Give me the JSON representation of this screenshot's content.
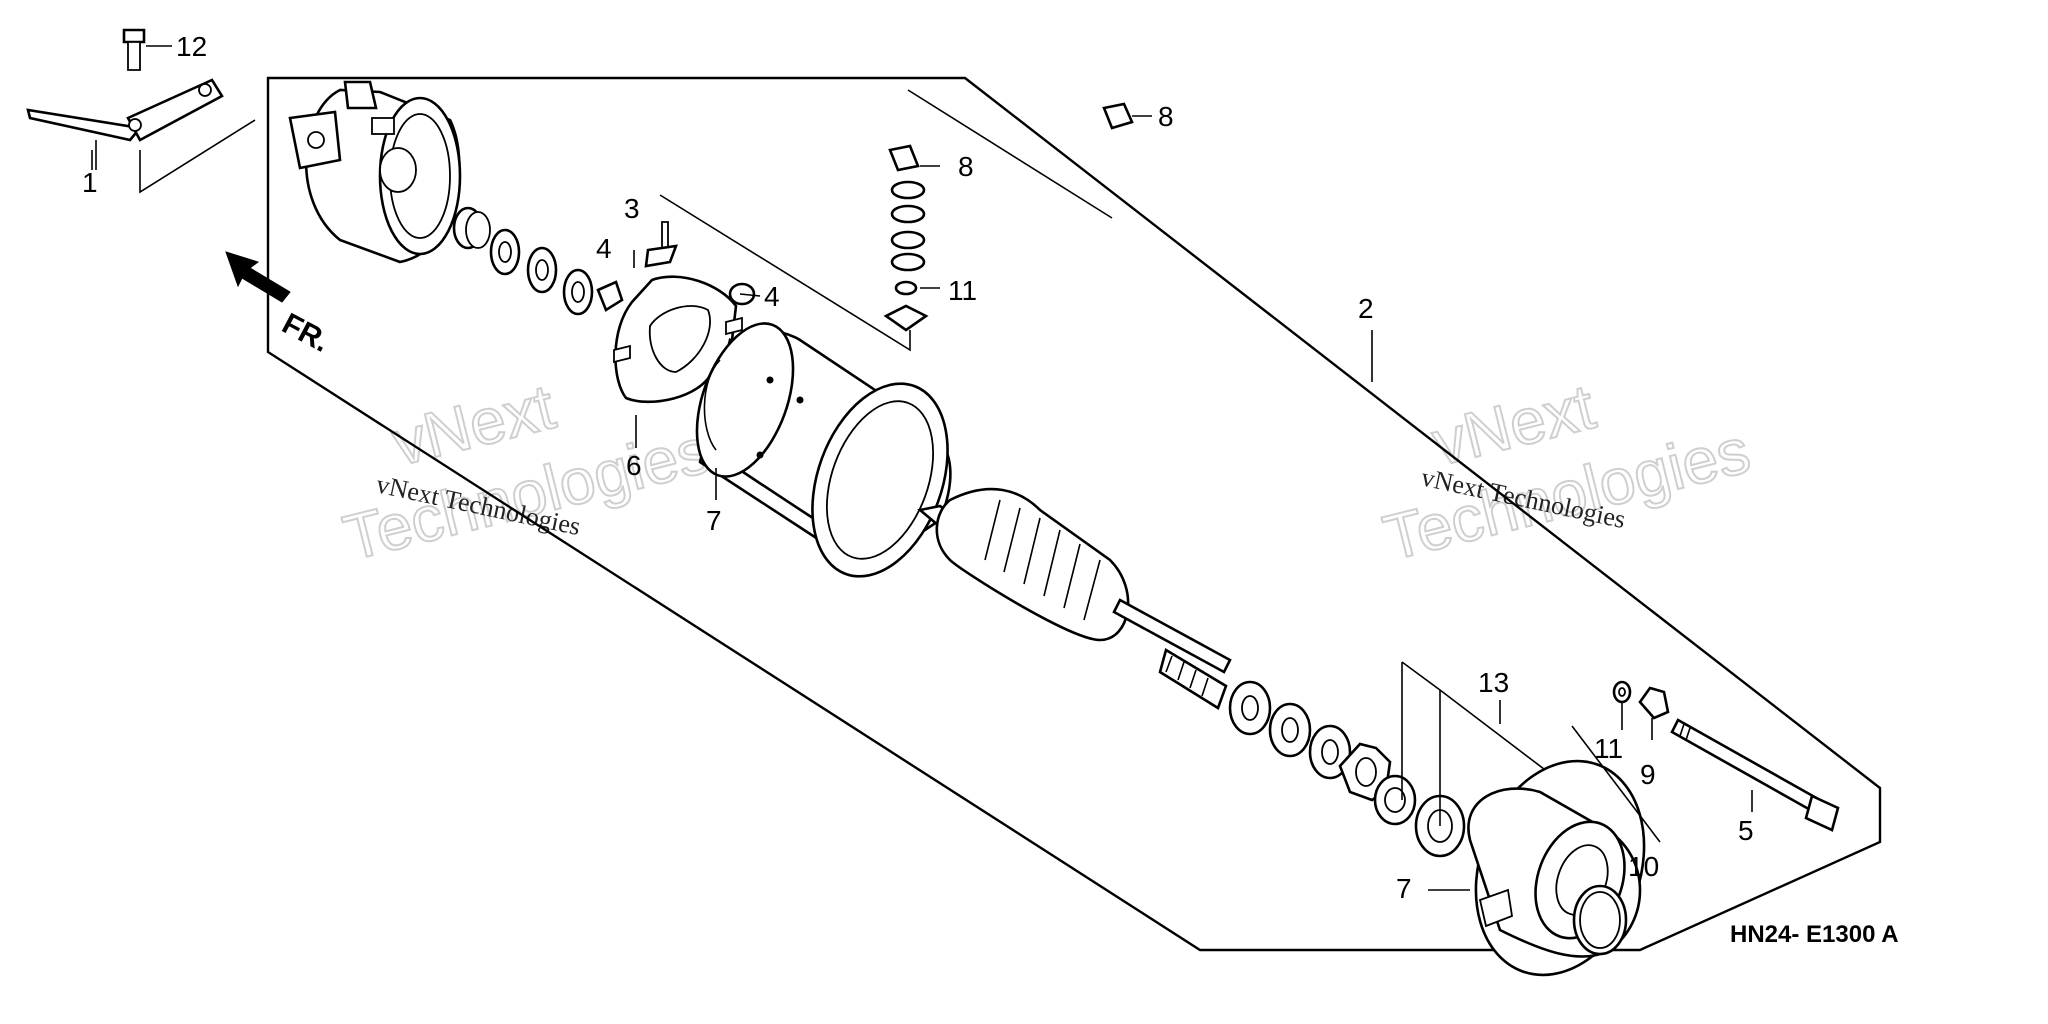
{
  "diagram": {
    "code": "HN24- E1300 A",
    "direction_label": "FR.",
    "watermark": "vNext Technologies",
    "watermark_line1": "vNext",
    "watermark_line2": "Technologies",
    "callouts": {
      "c1": "1",
      "c2": "2",
      "c3": "3",
      "c4a": "4",
      "c4b": "4",
      "c5": "5",
      "c6": "6",
      "c7a": "7",
      "c7b": "7",
      "c8a": "8",
      "c8b": "8",
      "c9": "9",
      "c10": "10",
      "c11a": "11",
      "c11b": "11",
      "c12": "12",
      "c13": "13"
    }
  }
}
